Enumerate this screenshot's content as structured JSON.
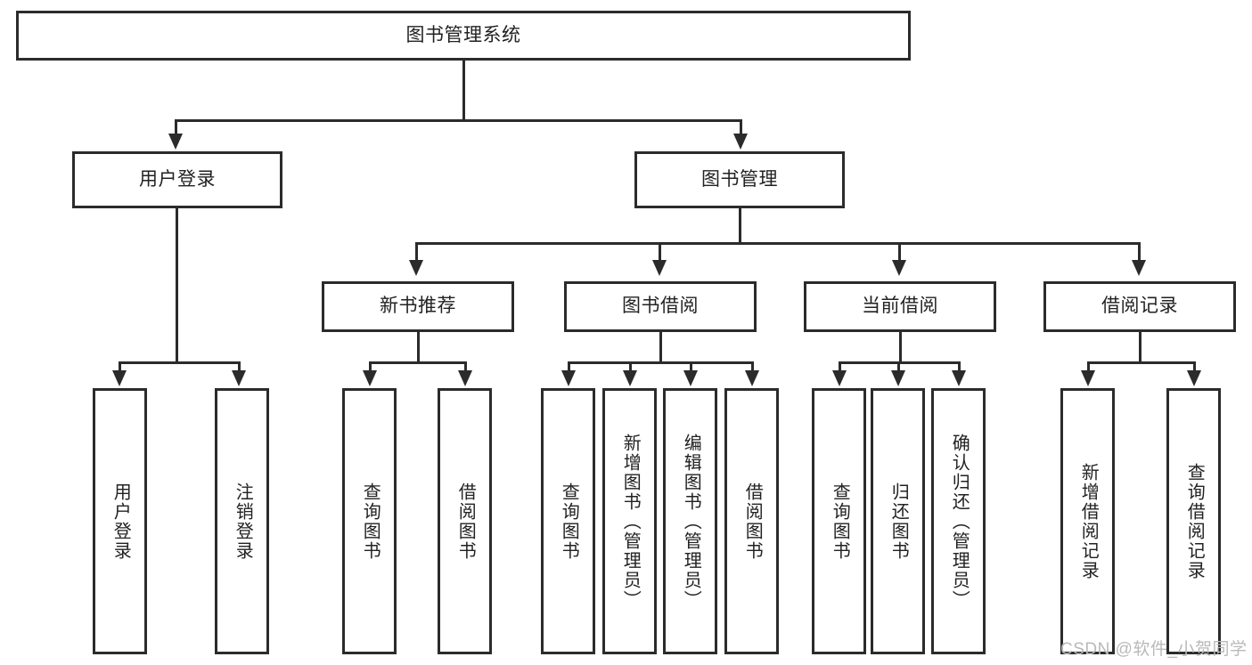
{
  "diagram": {
    "title": "图书管理系统",
    "root": {
      "label": "图书管理系统"
    },
    "level2": [
      {
        "label": "用户登录"
      },
      {
        "label": "图书管理"
      }
    ],
    "level3": [
      {
        "label": "新书推荐"
      },
      {
        "label": "图书借阅"
      },
      {
        "label": "当前借阅"
      },
      {
        "label": "借阅记录"
      }
    ],
    "leaves": {
      "user_login": [
        {
          "label": "用户登录"
        },
        {
          "label": "注销登录"
        }
      ],
      "new_book_recommend": [
        {
          "label": "查询图书"
        },
        {
          "label": "借阅图书"
        }
      ],
      "book_borrow": [
        {
          "label": "查询图书"
        },
        {
          "label": "新增图书（管理员）"
        },
        {
          "label": "编辑图书（管理员）"
        },
        {
          "label": "借阅图书"
        }
      ],
      "current_borrow": [
        {
          "label": "查询图书"
        },
        {
          "label": "归还图书"
        },
        {
          "label": "确认归还（管理员）"
        }
      ],
      "borrow_record": [
        {
          "label": "新增借阅记录"
        },
        {
          "label": "查询借阅记录"
        }
      ]
    }
  },
  "watermark": {
    "text": "CSDN @软件_小贺同学"
  },
  "colors": {
    "stroke": "#2b2b2b",
    "text": "#222222",
    "background": "#ffffff",
    "watermark": "#b9b9b9"
  }
}
